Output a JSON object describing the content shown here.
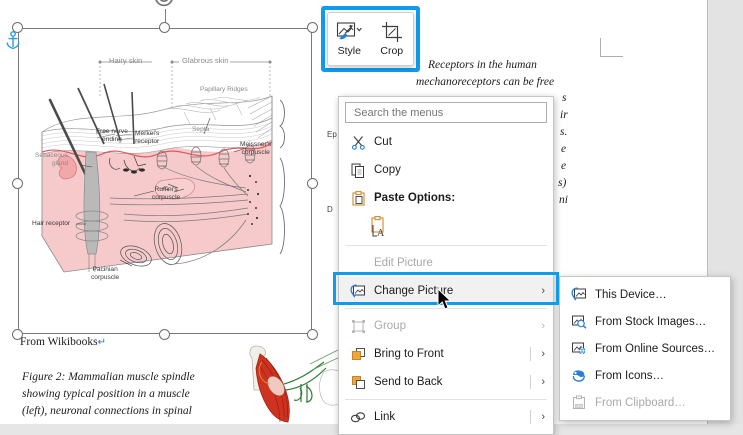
{
  "app": "word-document-picture-context-menu",
  "mini_toolbar": {
    "style_label": "Style",
    "crop_label": "Crop",
    "style_icon": "picture-style-icon",
    "crop_icon": "crop-icon",
    "highlight_color": "#109cec"
  },
  "context_menu": {
    "search": {
      "placeholder": "Search the menus",
      "value": ""
    },
    "items": [
      {
        "label": "Cut",
        "icon": "scissors-icon",
        "accel": "t",
        "disabled": false,
        "bold": false,
        "submenu": false
      },
      {
        "label": "Copy",
        "icon": "copy-icon",
        "accel": "C",
        "disabled": false,
        "bold": false,
        "submenu": false
      },
      {
        "label": "Paste Options:",
        "icon": "clipboard-icon",
        "accel": "",
        "disabled": false,
        "bold": true,
        "submenu": false
      },
      {
        "label": "Edit Picture",
        "icon": "",
        "accel": "E",
        "disabled": true,
        "bold": false,
        "submenu": false
      },
      {
        "label": "Change Picture",
        "icon": "change-picture-icon",
        "accel": "g",
        "disabled": false,
        "bold": false,
        "submenu": true,
        "highlighted": true
      },
      {
        "label": "Group",
        "icon": "group-icon",
        "accel": "G",
        "disabled": true,
        "bold": false,
        "submenu": true
      },
      {
        "label": "Bring to Front",
        "icon": "bring-to-front-icon",
        "accel": "r",
        "disabled": false,
        "bold": false,
        "submenu": true
      },
      {
        "label": "Send to Back",
        "icon": "send-to-back-icon",
        "accel": "k",
        "disabled": false,
        "bold": false,
        "submenu": true
      },
      {
        "label": "Link",
        "icon": "link-icon",
        "accel": "i",
        "disabled": false,
        "bold": false,
        "submenu": true
      }
    ],
    "paste_option_icon": "paste-keep-text-only-icon"
  },
  "submenu": {
    "title": "Change Picture",
    "items": [
      {
        "label": "This Device…",
        "icon": "this-device-picture-icon",
        "disabled": false
      },
      {
        "label": "From Stock Images…",
        "icon": "stock-images-icon",
        "disabled": false
      },
      {
        "label": "From Online Sources…",
        "icon": "online-sources-icon",
        "disabled": false
      },
      {
        "label": "From Icons…",
        "icon": "from-icons-icon",
        "disabled": false
      },
      {
        "label": "From Clipboard…",
        "icon": "from-clipboard-icon",
        "disabled": true
      }
    ]
  },
  "document": {
    "body_lines": [
      "Receptors   in   the   human",
      "mechanoreceptors  can  be  free"
    ],
    "right_fragments": [
      "s",
      "ir",
      "s.",
      "e",
      "e",
      "s)",
      "ni"
    ],
    "picture_caption": "From Wikibooks",
    "caption_pilcrow": "↵",
    "figure2_caption": [
      "Figure 2: Mammalian muscle spindle",
      "showing typical position in a muscle",
      "(left), neuronal connections in spinal"
    ]
  },
  "picture": {
    "name": "skin-mechanoreceptors-diagram",
    "selected": true,
    "anchor_icon": "anchor-icon",
    "rotate_icon": "rotate-handle-icon",
    "labels": {
      "hairy_skin": "Hairy skin",
      "glabrous_skin": "Glabrous skin",
      "papillary_ridges": "Papillary Ridges",
      "septa": "Septa",
      "free_nerve_ending": "Free nerve\nending",
      "merkels_receptor": "Merkel's\nreceptor",
      "sebaceous_gland": "Sebaceous\ngland",
      "hair_receptor": "Hair receptor",
      "ruffinis_corpuscle": "Ruffini's\ncorpuscle",
      "meissners_corpuscle": "Meissner's\ncorpuscle",
      "pacinian_corpuscle": "Pacinian\ncorpuscle",
      "epidermis": "Ep",
      "dermis": "D"
    }
  },
  "colors": {
    "accent_highlight": "#109cec",
    "page_bg": "#ffffff",
    "outside_bg": "#e3e3e3",
    "menu_bg": "#ffffff",
    "skin_pink": "#f4c3c3",
    "muscle_red": "#cf3320"
  }
}
